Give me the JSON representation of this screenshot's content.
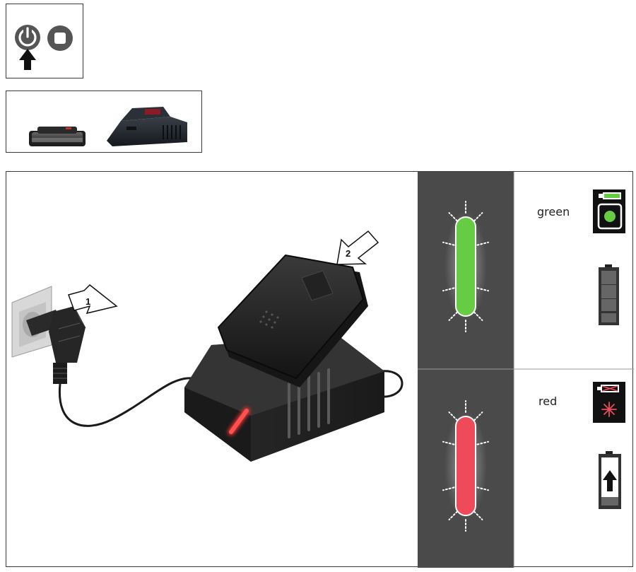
{
  "step_numbers": {
    "plug_in": "1",
    "insert_battery": "2"
  },
  "indicators": [
    {
      "color_name": "green",
      "led_hex": "#66cc44",
      "status_icon": "battery-full-dot-icon",
      "battery_icon": "battery-level-icon"
    },
    {
      "color_name": "red",
      "led_hex": "#ee4a5a",
      "status_icon": "battery-error-burst-icon",
      "battery_icon": "battery-charging-arrow-icon"
    }
  ],
  "icons": {
    "power": "power-on-icon",
    "stop": "stop-icon",
    "push": "arrow-up-icon"
  }
}
